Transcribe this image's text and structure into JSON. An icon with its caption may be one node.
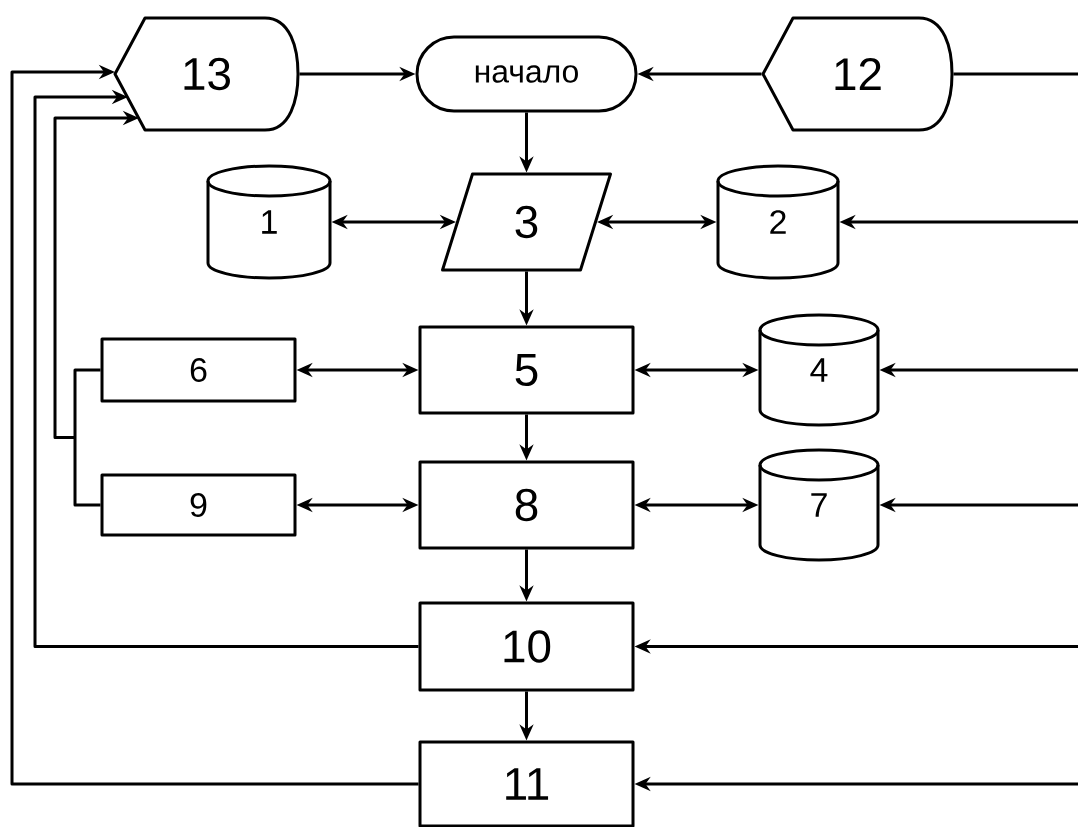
{
  "diagram": {
    "nodes": [
      {
        "text": [
          "13"
        ]
      },
      {
        "text": [
          "начало"
        ]
      },
      {
        "text": [
          "12"
        ]
      },
      {
        "text": [
          "1"
        ]
      },
      {
        "text": [
          "3"
        ]
      },
      {
        "text": [
          "2"
        ]
      },
      {
        "text": [
          "6"
        ]
      },
      {
        "text": [
          "5"
        ]
      },
      {
        "text": [
          "4"
        ]
      },
      {
        "text": [
          "9"
        ]
      },
      {
        "text": [
          "8"
        ]
      },
      {
        "text": [
          "7"
        ]
      },
      {
        "text": [
          "10"
        ]
      },
      {
        "text": [
          "11"
        ]
      }
    ],
    "edges": [
      {
        "from": 0,
        "to": 1,
        "arrow": "to"
      },
      {
        "from": 2,
        "to": 1,
        "arrow": "to"
      },
      {
        "from": 2,
        "to": null,
        "arrow": "none"
      },
      {
        "from": 1,
        "to": 4,
        "arrow": "to"
      },
      {
        "from": 3,
        "to": 4,
        "arrow": "both"
      },
      {
        "from": 4,
        "to": 5,
        "arrow": "both"
      },
      {
        "from": null,
        "to": 5,
        "arrow": "to"
      },
      {
        "from": 4,
        "to": 7,
        "arrow": "to"
      },
      {
        "from": 6,
        "to": 7,
        "arrow": "both"
      },
      {
        "from": 7,
        "to": 8,
        "arrow": "both"
      },
      {
        "from": null,
        "to": 8,
        "arrow": "to"
      },
      {
        "from": 7,
        "to": 10,
        "arrow": "to"
      },
      {
        "from": 9,
        "to": 10,
        "arrow": "both"
      },
      {
        "from": 10,
        "to": 11,
        "arrow": "both"
      },
      {
        "from": null,
        "to": 11,
        "arrow": "to"
      },
      {
        "from": 10,
        "to": 12,
        "arrow": "to"
      },
      {
        "from": null,
        "to": 12,
        "arrow": "to"
      },
      {
        "from": 12,
        "to": 13,
        "arrow": "to"
      },
      {
        "from": null,
        "to": 13,
        "arrow": "to"
      },
      {
        "from": 6,
        "to": 0,
        "arrow": "to"
      },
      {
        "from": 9,
        "to": 0,
        "arrow": "to"
      },
      {
        "from": 12,
        "to": 0,
        "arrow": "to"
      },
      {
        "from": 13,
        "to": 0,
        "arrow": "to"
      }
    ]
  }
}
